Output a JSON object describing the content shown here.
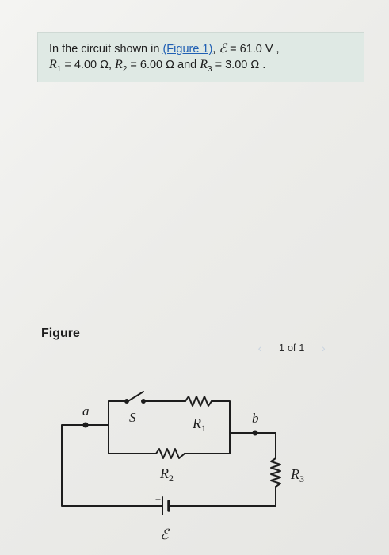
{
  "problem": {
    "intro": "In the circuit shown in",
    "figure_link": "(Figure 1)",
    "emf_symbol": "ℰ",
    "emf_value": " = 61.0  V ,",
    "r1_symbol": "R",
    "r1_sub": "1",
    "r1_value": " = 4.00 Ω, ",
    "r2_symbol": "R",
    "r2_sub": "2",
    "r2_value": " = 6.00 Ω and ",
    "r3_symbol": "R",
    "r3_sub": "3",
    "r3_value": " = 3.00 Ω ."
  },
  "figure": {
    "label": "Figure",
    "pager_current": "1",
    "pager_of": "of",
    "pager_total": "1"
  },
  "circuit": {
    "node_a": "a",
    "node_b": "b",
    "switch": "S",
    "r1": "R",
    "r1_sub": "1",
    "r2": "R",
    "r2_sub": "2",
    "r3": "R",
    "r3_sub": "3",
    "emf": "ℰ",
    "plus": "+"
  },
  "icons": {
    "prev": "chevron-left-icon",
    "next": "chevron-right-icon"
  },
  "colors": {
    "box_background": "#dfe9e4",
    "link": "#1f5fb3",
    "nav_disabled": "#c8d3df"
  }
}
